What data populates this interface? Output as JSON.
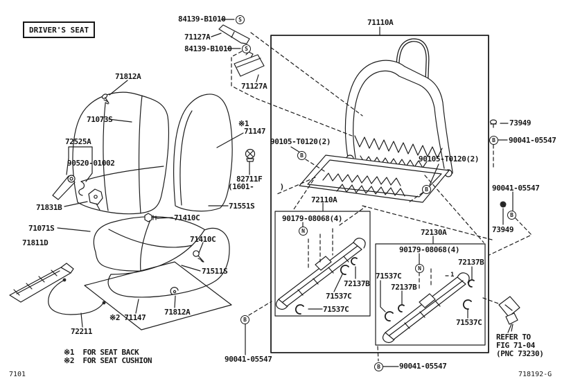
{
  "header": {
    "title": "DRIVER'S SEAT"
  },
  "footer": {
    "page_code": "7101",
    "doc_code": "718192-G"
  },
  "legend": {
    "note1": "※1  FOR SEAT BACK",
    "note2": "※2  FOR SEAT CUSHION"
  },
  "refer": {
    "line1": "REFER TO",
    "line2": "FIG 71-04",
    "line3": "(PNC 73230)"
  },
  "markers": {
    "s": "S",
    "b": "B",
    "n": "N"
  },
  "labels": [
    {
      "text": "84139-B1010"
    },
    {
      "text": "71127A"
    },
    {
      "text": "84139-B1010"
    },
    {
      "text": "71127A"
    },
    {
      "text": "71110A"
    },
    {
      "text": "71812A"
    },
    {
      "text": "71073S"
    },
    {
      "text": "※1"
    },
    {
      "text": "71147"
    },
    {
      "text": "72525A"
    },
    {
      "text": "90520-01002"
    },
    {
      "text": "90105-T0120(2)"
    },
    {
      "text": "90105-T0120(2)"
    },
    {
      "text": "82711F"
    },
    {
      "text": "(1601-      )"
    },
    {
      "text": "73949"
    },
    {
      "text": "90041-05547"
    },
    {
      "text": "71831B"
    },
    {
      "text": "71551S"
    },
    {
      "text": "90041-05547"
    },
    {
      "text": "71071S"
    },
    {
      "text": "72110A"
    },
    {
      "text": "71410C"
    },
    {
      "text": "71811D"
    },
    {
      "text": "72130A"
    },
    {
      "text": "73949"
    },
    {
      "text": "71410C"
    },
    {
      "text": "90179-08068(4)"
    },
    {
      "text": "90179-08068(4)"
    },
    {
      "text": "72137B"
    },
    {
      "text": "71511S"
    },
    {
      "text": "71537C"
    },
    {
      "text": "72137B"
    },
    {
      "text": "72137B"
    },
    {
      "text": "71537C"
    },
    {
      "text": "71537C"
    },
    {
      "text": "71537C"
    },
    {
      "text": "71812A"
    },
    {
      "text": "※2 71147"
    },
    {
      "text": "72211"
    },
    {
      "text": "90041-05547"
    },
    {
      "text": "90041-05547"
    },
    {
      "text": "1"
    }
  ]
}
